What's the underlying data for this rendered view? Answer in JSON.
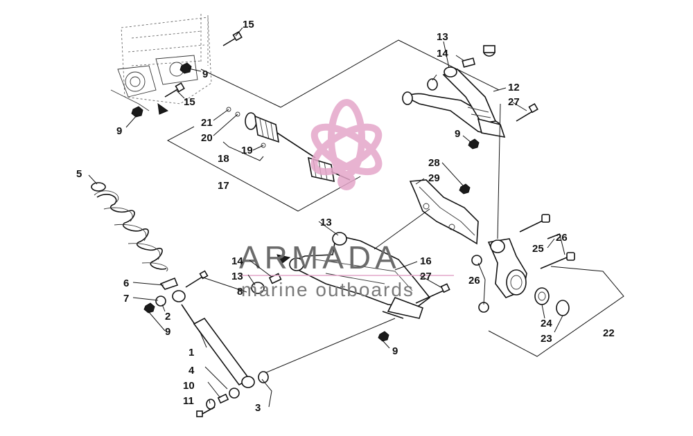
{
  "watermark": {
    "brand": "ARMADA",
    "tagline": "marine outboards",
    "logo_color": "#e4a6c9",
    "text_color": "#6b6b6b"
  },
  "callouts": [
    "15",
    "9",
    "15",
    "9",
    "21",
    "20",
    "19",
    "18",
    "17",
    "13",
    "14",
    "12",
    "27",
    "9",
    "28",
    "29",
    "5",
    "6",
    "7",
    "2",
    "9",
    "13",
    "14",
    "13",
    "8",
    "16",
    "27",
    "26",
    "25",
    "26",
    "24",
    "23",
    "22",
    "1",
    "4",
    "10",
    "11",
    "3",
    "9"
  ]
}
